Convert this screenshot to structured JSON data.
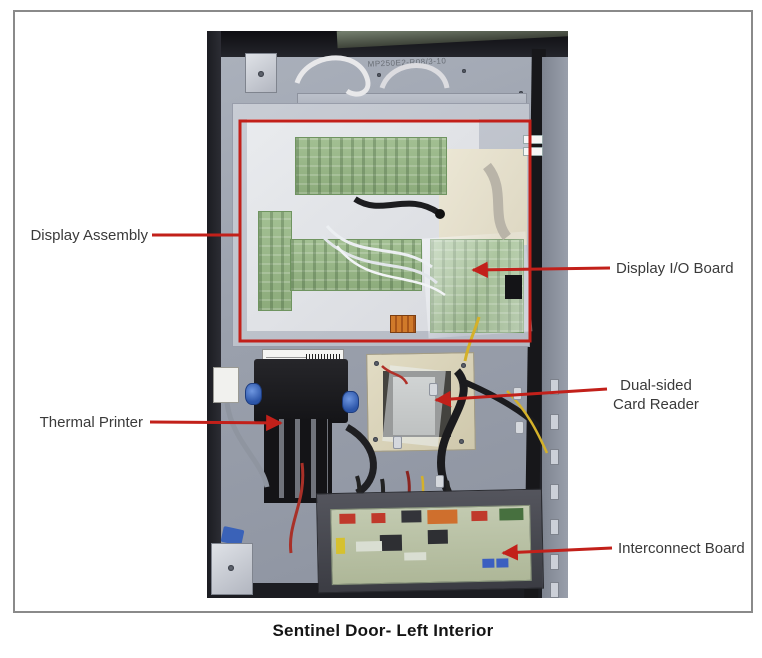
{
  "figure": {
    "caption": "Sentinel Door- Left Interior",
    "panel_stamp": "MP250E2-R08/3-10",
    "annotation_color": "#c2201a",
    "label_text_color": "#3a3a3a",
    "labels": {
      "display_assembly": "Display Assembly",
      "display_io_board": "Display I/O Board",
      "thermal_printer": "Thermal Printer",
      "card_reader_line1": "Dual-sided",
      "card_reader_line2": "Card Reader",
      "interconnect_board": "Interconnect Board"
    },
    "photo_colors": {
      "door_frame": "#23242a",
      "interior_panel": "#9aa0ac",
      "pcb_green": "#8cab7b",
      "printer_black": "#1c1c1f",
      "knob_blue": "#2c55a8",
      "reader_beige": "#dbd4bb"
    }
  }
}
